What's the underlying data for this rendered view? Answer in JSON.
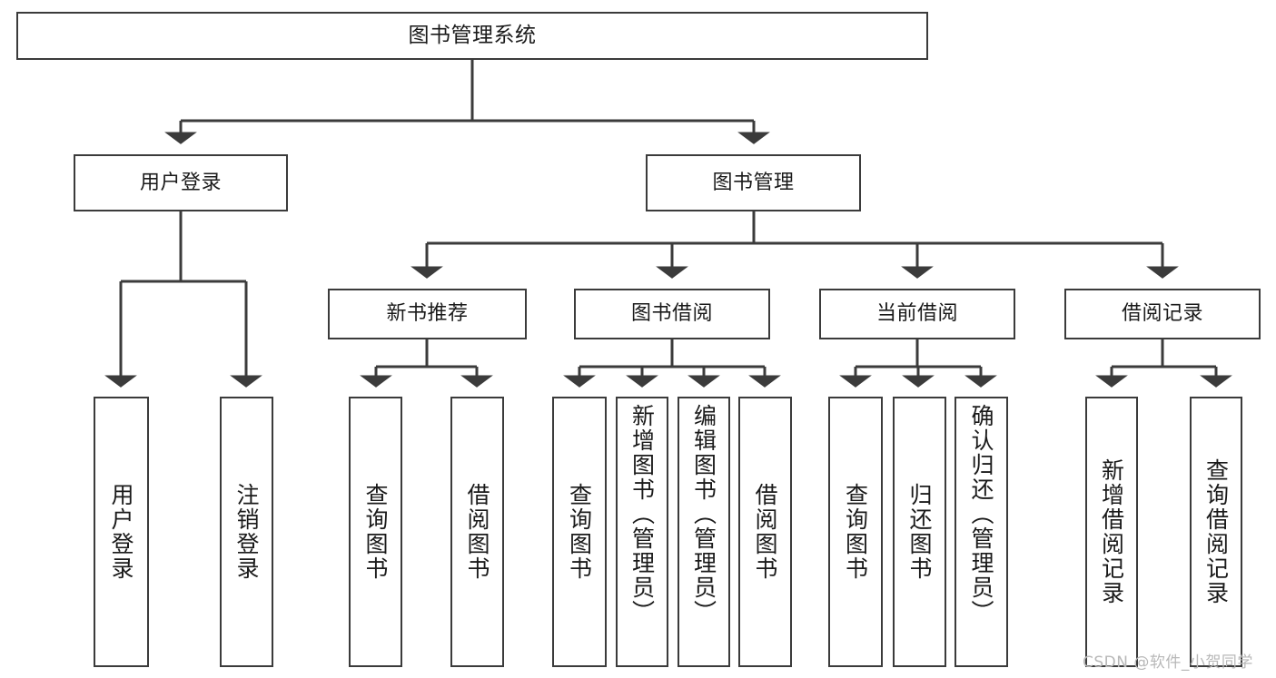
{
  "diagram": {
    "type": "tree-hierarchy-chart",
    "title": "图书管理系统",
    "orientation": "top-down",
    "colors": {
      "box_border": "#3b3b3b",
      "box_fill": "#ffffff",
      "edge": "#3b3b3b",
      "text": "#1a1a1a",
      "watermark": "#b8b8b8",
      "background": "#ffffff"
    },
    "nodes": {
      "root": {
        "label": "图书管理系统"
      },
      "level2": [
        {
          "id": "user-login",
          "label": "用户登录"
        },
        {
          "id": "book-manage",
          "label": "图书管理"
        }
      ],
      "level3": [
        {
          "id": "new-book-recommend",
          "label": "新书推荐"
        },
        {
          "id": "book-borrow",
          "label": "图书借阅"
        },
        {
          "id": "current-borrow",
          "label": "当前借阅"
        },
        {
          "id": "borrow-record",
          "label": "借阅记录"
        }
      ],
      "leaves": {
        "user-login": [
          {
            "id": "leaf-user-login",
            "label": "用户登录"
          },
          {
            "id": "leaf-logout-login",
            "label": "注销登录"
          }
        ],
        "new-book-recommend": [
          {
            "id": "leaf-query-book-1",
            "label": "查询图书"
          },
          {
            "id": "leaf-borrow-book-1",
            "label": "借阅图书"
          }
        ],
        "book-borrow": [
          {
            "id": "leaf-query-book-2",
            "label": "查询图书"
          },
          {
            "id": "leaf-add-book-admin",
            "label": "新增图书（管理员）"
          },
          {
            "id": "leaf-edit-book-admin",
            "label": "编辑图书（管理员）"
          },
          {
            "id": "leaf-borrow-book-2",
            "label": "借阅图书"
          }
        ],
        "current-borrow": [
          {
            "id": "leaf-query-book-3",
            "label": "查询图书"
          },
          {
            "id": "leaf-return-book",
            "label": "归还图书"
          },
          {
            "id": "leaf-confirm-return-admin",
            "label": "确认归还（管理员）"
          }
        ],
        "borrow-record": [
          {
            "id": "leaf-add-borrow-record",
            "label": "新增借阅记录"
          },
          {
            "id": "leaf-query-borrow-record",
            "label": "查询借阅记录"
          }
        ]
      }
    },
    "watermark": "CSDN @软件_小贺同学"
  }
}
